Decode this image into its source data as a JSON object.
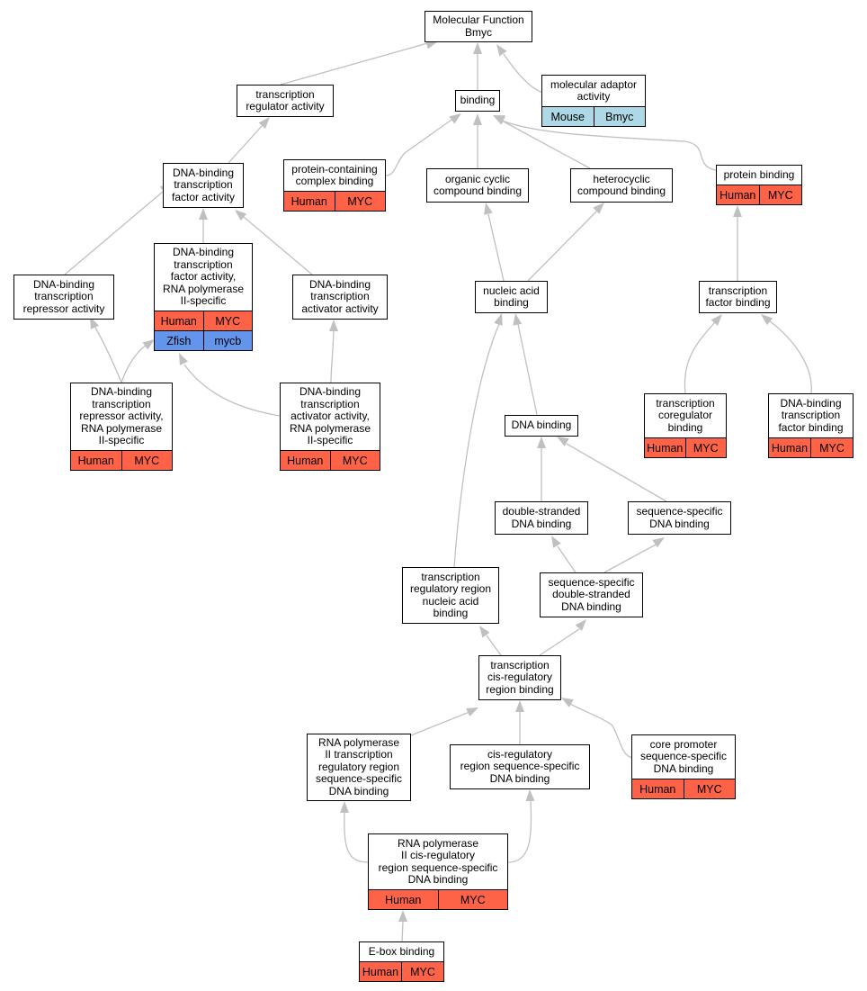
{
  "colors": {
    "human": "#ff6347",
    "zfish": "#6495ed",
    "mouse": "#add8e6",
    "edge": "#c0c0c0"
  },
  "nodes": [
    {
      "id": "mf",
      "label": "Molecular Function\nBmyc"
    },
    {
      "id": "tra",
      "label": "transcription\nregulator activity"
    },
    {
      "id": "binding",
      "label": "binding"
    },
    {
      "id": "mad",
      "label": "molecular adaptor\nactivity",
      "ann": [
        {
          "species": "Mouse",
          "gene": "Bmyc",
          "color": "mouse"
        }
      ]
    },
    {
      "id": "dbtfa",
      "label": "DNA-binding\ntranscription\nfactor activity"
    },
    {
      "id": "pccb",
      "label": "protein-containing\ncomplex binding",
      "ann": [
        {
          "species": "Human",
          "gene": "MYC",
          "color": "human"
        }
      ]
    },
    {
      "id": "occb",
      "label": "organic cyclic\ncompound binding"
    },
    {
      "id": "hcb",
      "label": "heterocyclic\ncompound binding"
    },
    {
      "id": "pb",
      "label": "protein binding",
      "ann": [
        {
          "species": "Human",
          "gene": "MYC",
          "color": "human"
        }
      ]
    },
    {
      "id": "dbtra",
      "label": "DNA-binding\ntranscription\nrepressor activity"
    },
    {
      "id": "dbtfa2",
      "label": "DNA-binding\ntranscription\nfactor activity,\nRNA polymerase\nII-specific",
      "ann": [
        {
          "species": "Human",
          "gene": "MYC",
          "color": "human"
        },
        {
          "species": "Zfish",
          "gene": "mycb",
          "color": "zfish"
        }
      ]
    },
    {
      "id": "dbtaa",
      "label": "DNA-binding\ntranscription\nactivator activity"
    },
    {
      "id": "nab",
      "label": "nucleic acid\nbinding"
    },
    {
      "id": "tfb",
      "label": "transcription\nfactor binding"
    },
    {
      "id": "dbtra2",
      "label": "DNA-binding\ntranscription\nrepressor activity,\nRNA polymerase\nII-specific",
      "ann": [
        {
          "species": "Human",
          "gene": "MYC",
          "color": "human"
        }
      ]
    },
    {
      "id": "dbtaa2",
      "label": "DNA-binding\ntranscription\nactivator activity,\nRNA polymerase\nII-specific",
      "ann": [
        {
          "species": "Human",
          "gene": "MYC",
          "color": "human"
        }
      ]
    },
    {
      "id": "dnab",
      "label": "DNA binding"
    },
    {
      "id": "tcb",
      "label": "transcription\ncoregulator\nbinding",
      "ann": [
        {
          "species": "Human",
          "gene": "MYC",
          "color": "human"
        }
      ]
    },
    {
      "id": "dbtfb",
      "label": "DNA-binding\ntranscription\nfactor binding",
      "ann": [
        {
          "species": "Human",
          "gene": "MYC",
          "color": "human"
        }
      ]
    },
    {
      "id": "dsdb",
      "label": "double-stranded\nDNA binding"
    },
    {
      "id": "ssdb",
      "label": "sequence-specific\nDNA binding"
    },
    {
      "id": "trrnab",
      "label": "transcription\nregulatory region\nnucleic acid\nbinding"
    },
    {
      "id": "ssdsdb",
      "label": "sequence-specific\ndouble-stranded\nDNA binding"
    },
    {
      "id": "tcrrb",
      "label": "transcription\ncis-regulatory\nregion binding"
    },
    {
      "id": "rp2trr",
      "label": "RNA polymerase\nII transcription\nregulatory region\nsequence-specific\nDNA binding"
    },
    {
      "id": "crrss",
      "label": "cis-regulatory\nregion sequence-specific\nDNA binding"
    },
    {
      "id": "cpss",
      "label": "core promoter\nsequence-specific\nDNA binding",
      "ann": [
        {
          "species": "Human",
          "gene": "MYC",
          "color": "human"
        }
      ]
    },
    {
      "id": "rp2crr",
      "label": "RNA polymerase\nII cis-regulatory\nregion sequence-specific\nDNA binding",
      "ann": [
        {
          "species": "Human",
          "gene": "MYC",
          "color": "human"
        }
      ]
    },
    {
      "id": "ebox",
      "label": "E-box binding",
      "ann": [
        {
          "species": "Human",
          "gene": "MYC",
          "color": "human"
        }
      ]
    }
  ]
}
